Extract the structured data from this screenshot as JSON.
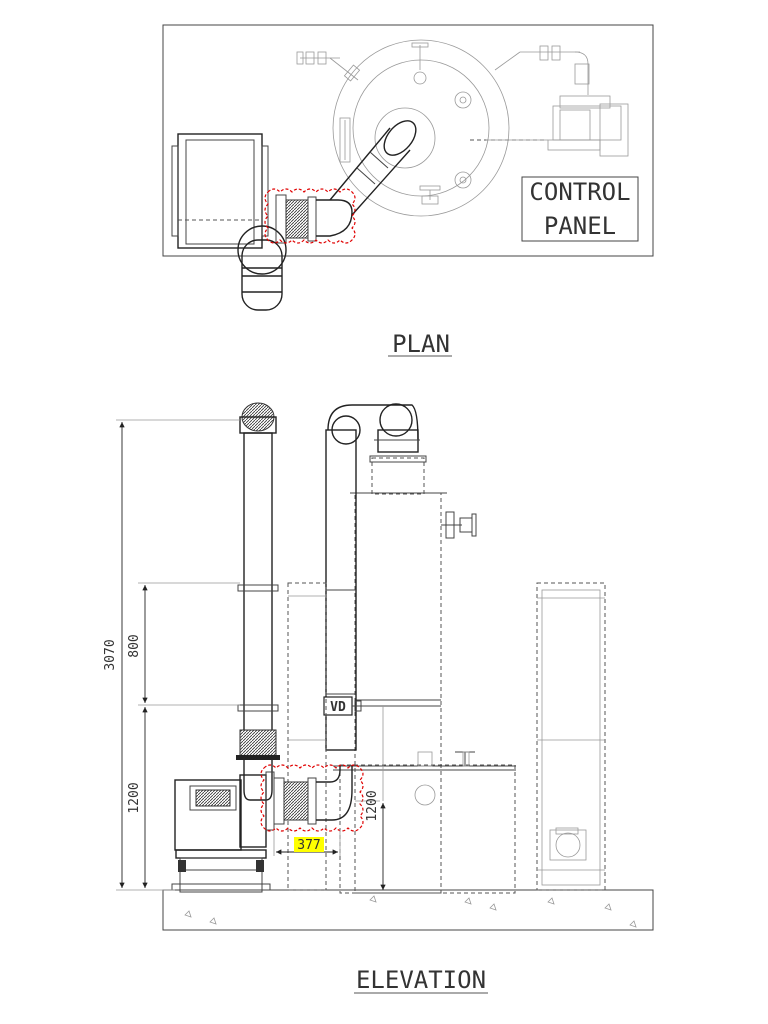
{
  "views": {
    "plan_title": "PLAN",
    "elevation_title": "ELEVATION"
  },
  "plan": {
    "control_panel_line1": "CONTROL",
    "control_panel_line2": "PANEL"
  },
  "elevation": {
    "vd_label": "VD",
    "dim_total": "3070",
    "dim_upper": "800",
    "dim_lower": "1200",
    "dim_right": "1200",
    "dim_horizontal": "377"
  },
  "colors": {
    "revision_cloud": "#e00000",
    "highlight": "#ffff00"
  }
}
